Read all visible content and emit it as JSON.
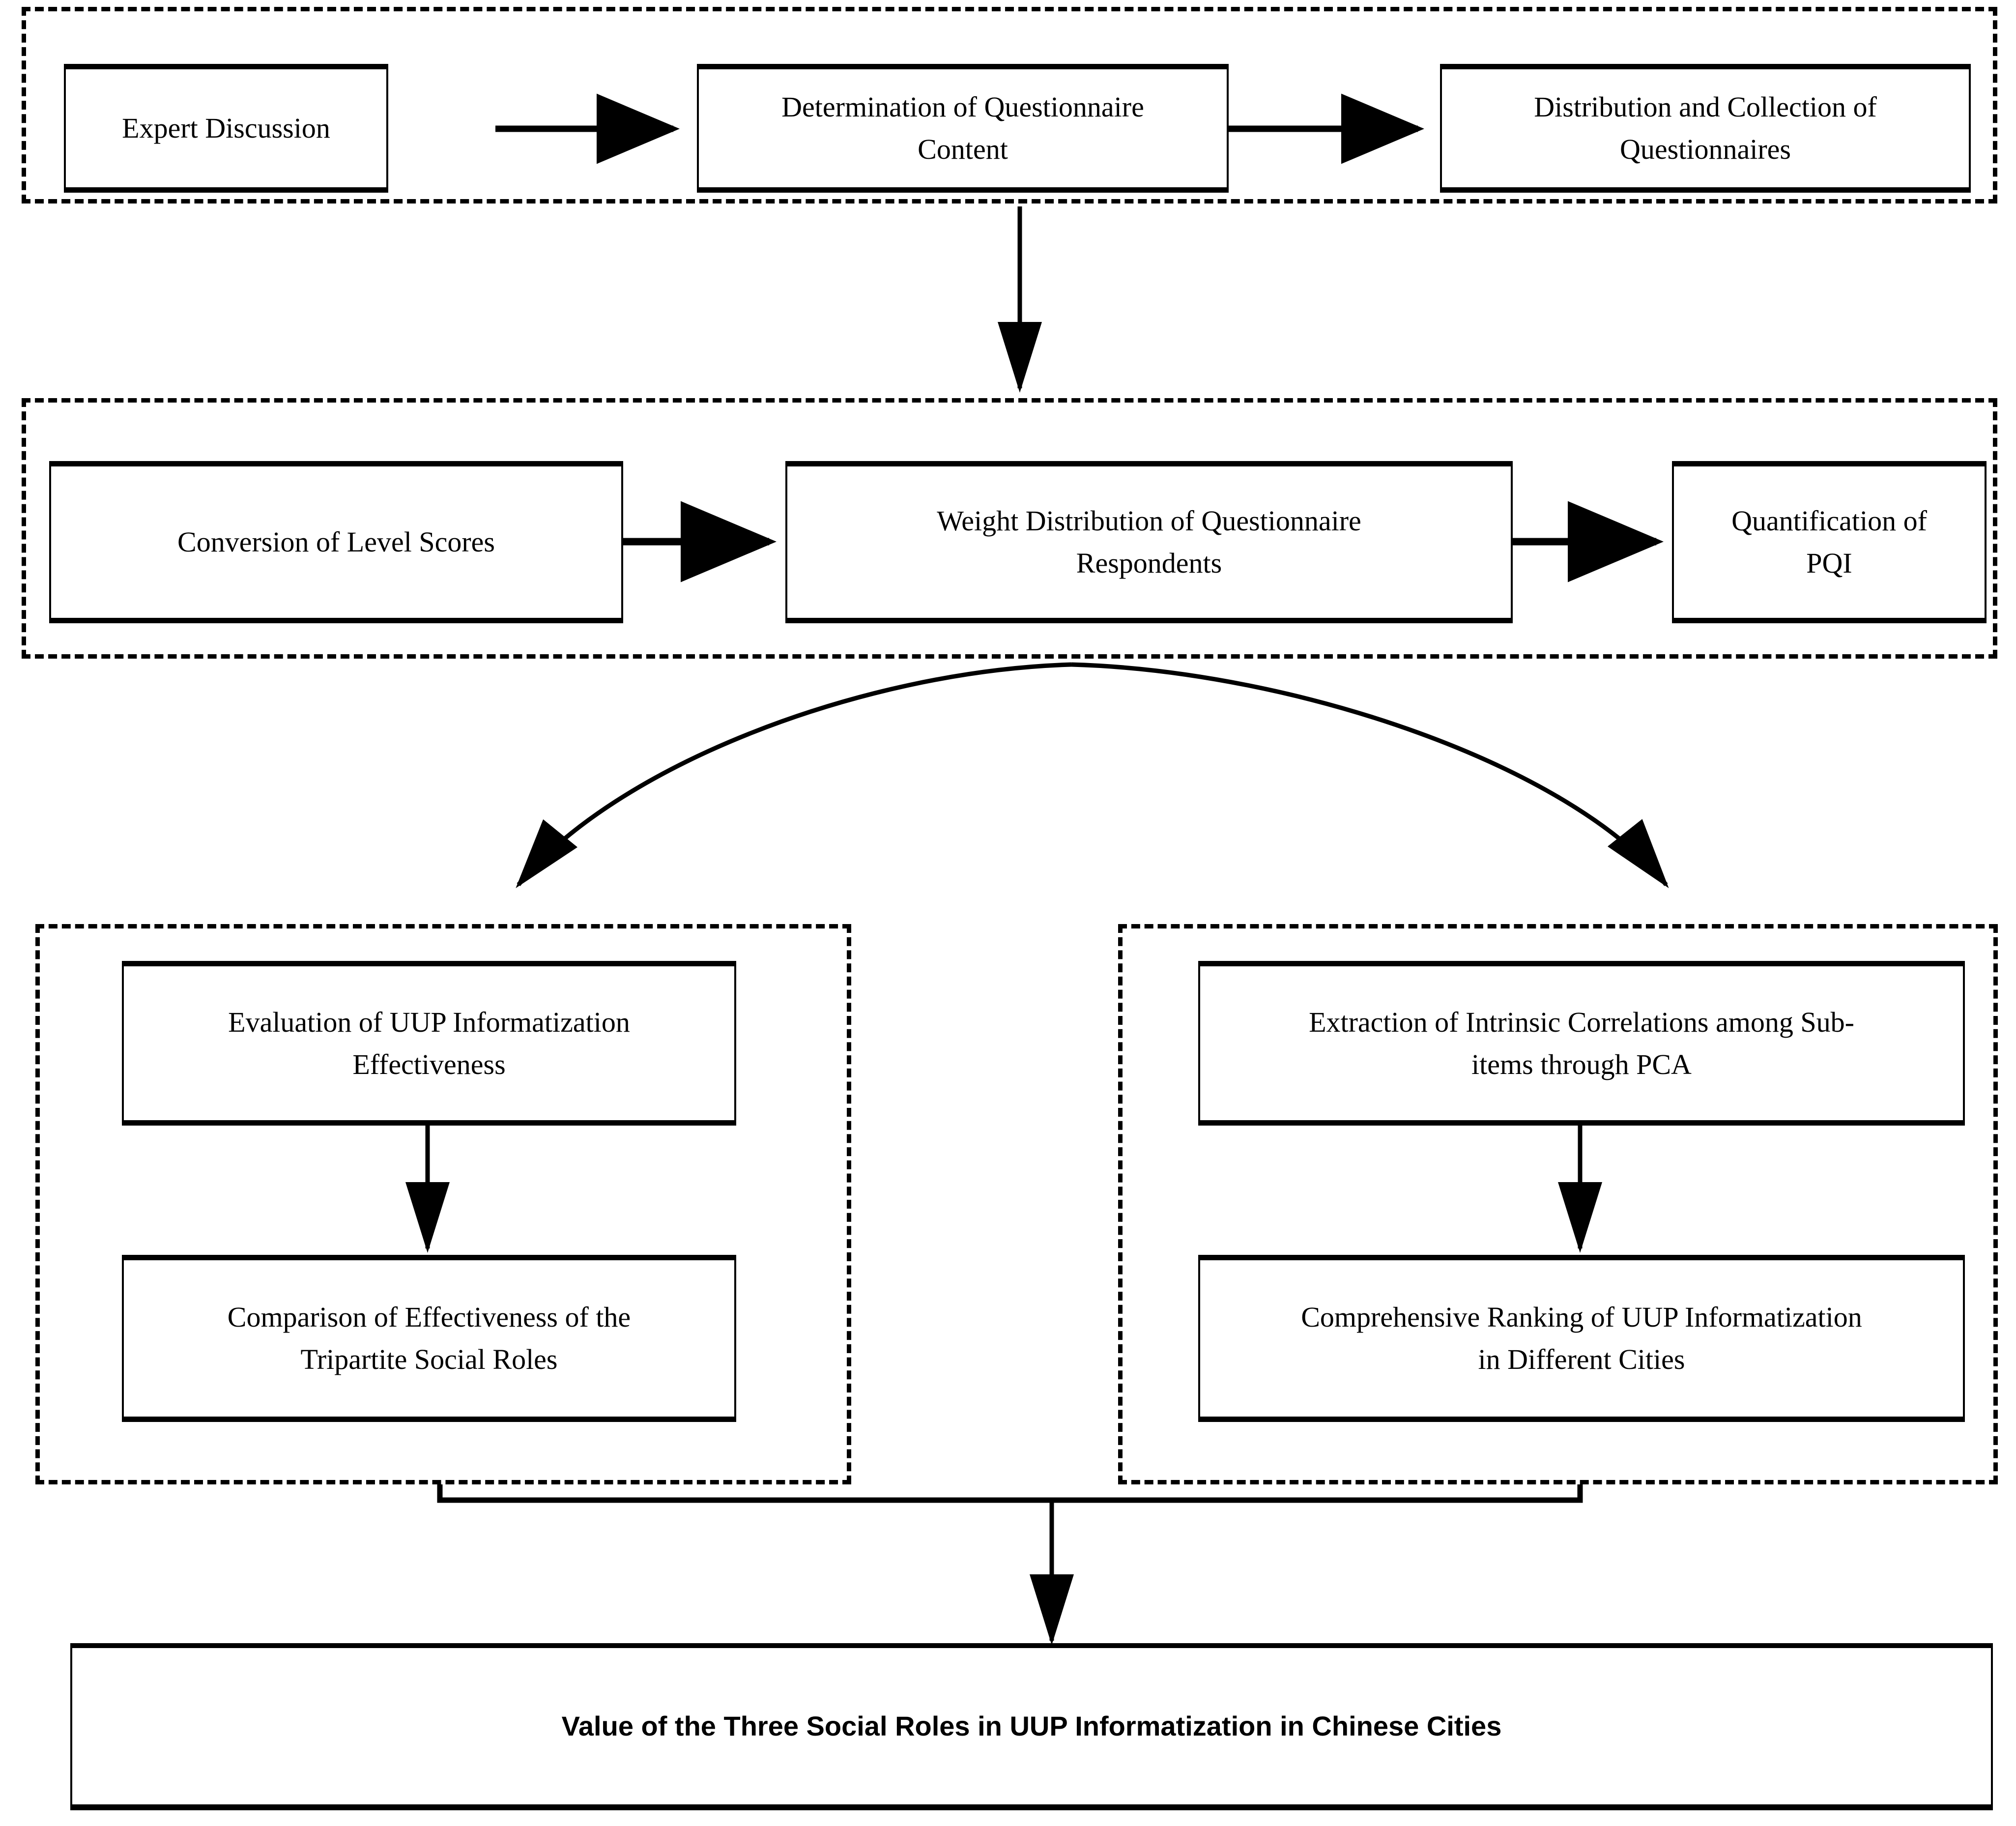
{
  "diagram": {
    "type": "flowchart",
    "title": "Research framework for UUP informatization evaluation",
    "background_color": "#ffffff",
    "line_color": "#000000",
    "box_fill": "#ffffff",
    "groups": [
      {
        "id": "group-questionnaire-design",
        "style": "dashed"
      },
      {
        "id": "group-pqi-quantification",
        "style": "dashed"
      },
      {
        "id": "group-effectiveness-evaluation",
        "style": "dashed"
      },
      {
        "id": "group-pca-ranking",
        "style": "dashed"
      }
    ],
    "nodes": {
      "expert_discussion": "Expert Discussion",
      "determination_of_questionnaire_content": "Determination of Questionnaire\nContent",
      "distribution_and_collection": "Distribution and Collection of\nQuestionnaires",
      "conversion_of_level_scores": "Conversion of Level Scores",
      "weight_distribution": "Weight Distribution of Questionnaire\nRespondents",
      "quantification_of_pqi": "Quantification of\nPQI",
      "evaluation_of_uup": "Evaluation of UUP Informatization\nEffectiveness",
      "comparison_of_effectiveness": "Comparison of Effectiveness of the\nTripartite Social Roles",
      "extraction_of_intrinsic": "Extraction of Intrinsic Correlations among Sub-\nitems through PCA",
      "comprehensive_ranking": "Comprehensive Ranking of UUP Informatization\nin Different Cities",
      "final_outcome": "Value of the Three Social Roles in UUP Informatization in Chinese Cities"
    },
    "edges": [
      {
        "from": "expert_discussion",
        "to": "determination_of_questionnaire_content",
        "kind": "straight-arrow"
      },
      {
        "from": "determination_of_questionnaire_content",
        "to": "distribution_and_collection",
        "kind": "straight-arrow"
      },
      {
        "from": "group-questionnaire-design",
        "to": "group-pqi-quantification",
        "kind": "straight-arrow"
      },
      {
        "from": "conversion_of_level_scores",
        "to": "weight_distribution",
        "kind": "straight-arrow"
      },
      {
        "from": "weight_distribution",
        "to": "quantification_of_pqi",
        "kind": "straight-arrow"
      },
      {
        "from": "group-pqi-quantification",
        "to": "group-effectiveness-evaluation",
        "kind": "curved-arrow"
      },
      {
        "from": "group-pqi-quantification",
        "to": "group-pca-ranking",
        "kind": "curved-arrow"
      },
      {
        "from": "evaluation_of_uup",
        "to": "comparison_of_effectiveness",
        "kind": "straight-arrow"
      },
      {
        "from": "extraction_of_intrinsic",
        "to": "comprehensive_ranking",
        "kind": "straight-arrow"
      },
      {
        "from": "group-effectiveness-evaluation",
        "to": "final_outcome",
        "kind": "elbow-merge"
      },
      {
        "from": "group-pca-ranking",
        "to": "final_outcome",
        "kind": "elbow-merge"
      }
    ]
  }
}
